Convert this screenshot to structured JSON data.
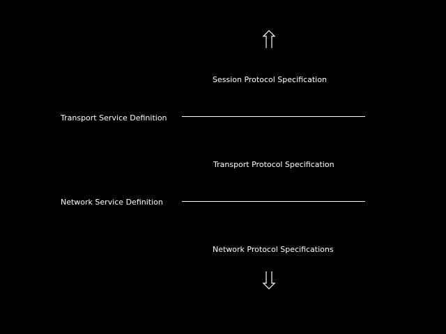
{
  "diagram": {
    "top_arrow_icon": "double-up-arrow",
    "bottom_arrow_icon": "double-down-arrow",
    "session_protocol": "Session Protocol Specification",
    "transport_service": "Transport Service Definition",
    "transport_protocol": "Transport Protocol Specification",
    "network_service": "Network Service Definition",
    "network_protocol": "Network Protocol Specifications"
  },
  "colors": {
    "background": "#000000",
    "foreground": "#ffffff"
  }
}
